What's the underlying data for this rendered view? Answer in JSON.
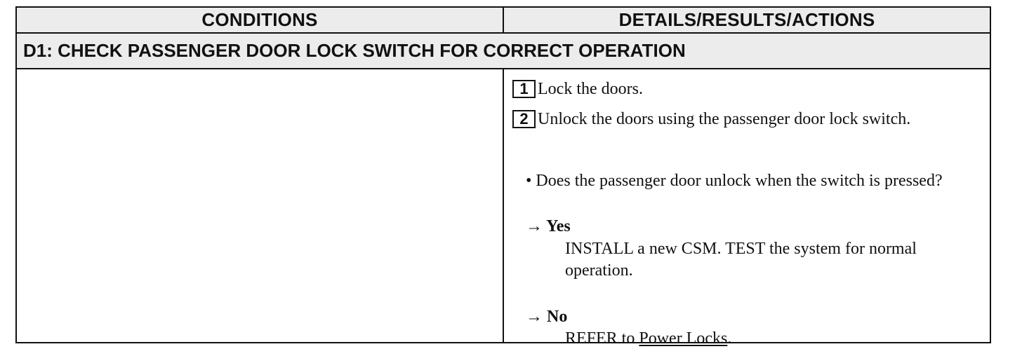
{
  "table": {
    "headers": {
      "conditions": "CONDITIONS",
      "details": "DETAILS/RESULTS/ACTIONS"
    },
    "section_title": "D1: CHECK PASSENGER DOOR LOCK SWITCH FOR CORRECT OPERATION",
    "conditions_text": "",
    "steps": [
      {
        "number": "1",
        "text": "Lock the doors."
      },
      {
        "number": "2",
        "text": "Unlock the doors using the passenger door lock switch."
      }
    ],
    "question": "• Does the passenger door unlock when the switch is pressed?",
    "answers": {
      "yes": {
        "arrow": "→",
        "label": "Yes",
        "action": "INSTALL a new CSM. TEST the system for normal operation."
      },
      "no": {
        "arrow": "→",
        "label": "No",
        "action_prefix": "REFER to",
        "action_link": "Power Locks",
        "action_suffix": "."
      }
    }
  }
}
